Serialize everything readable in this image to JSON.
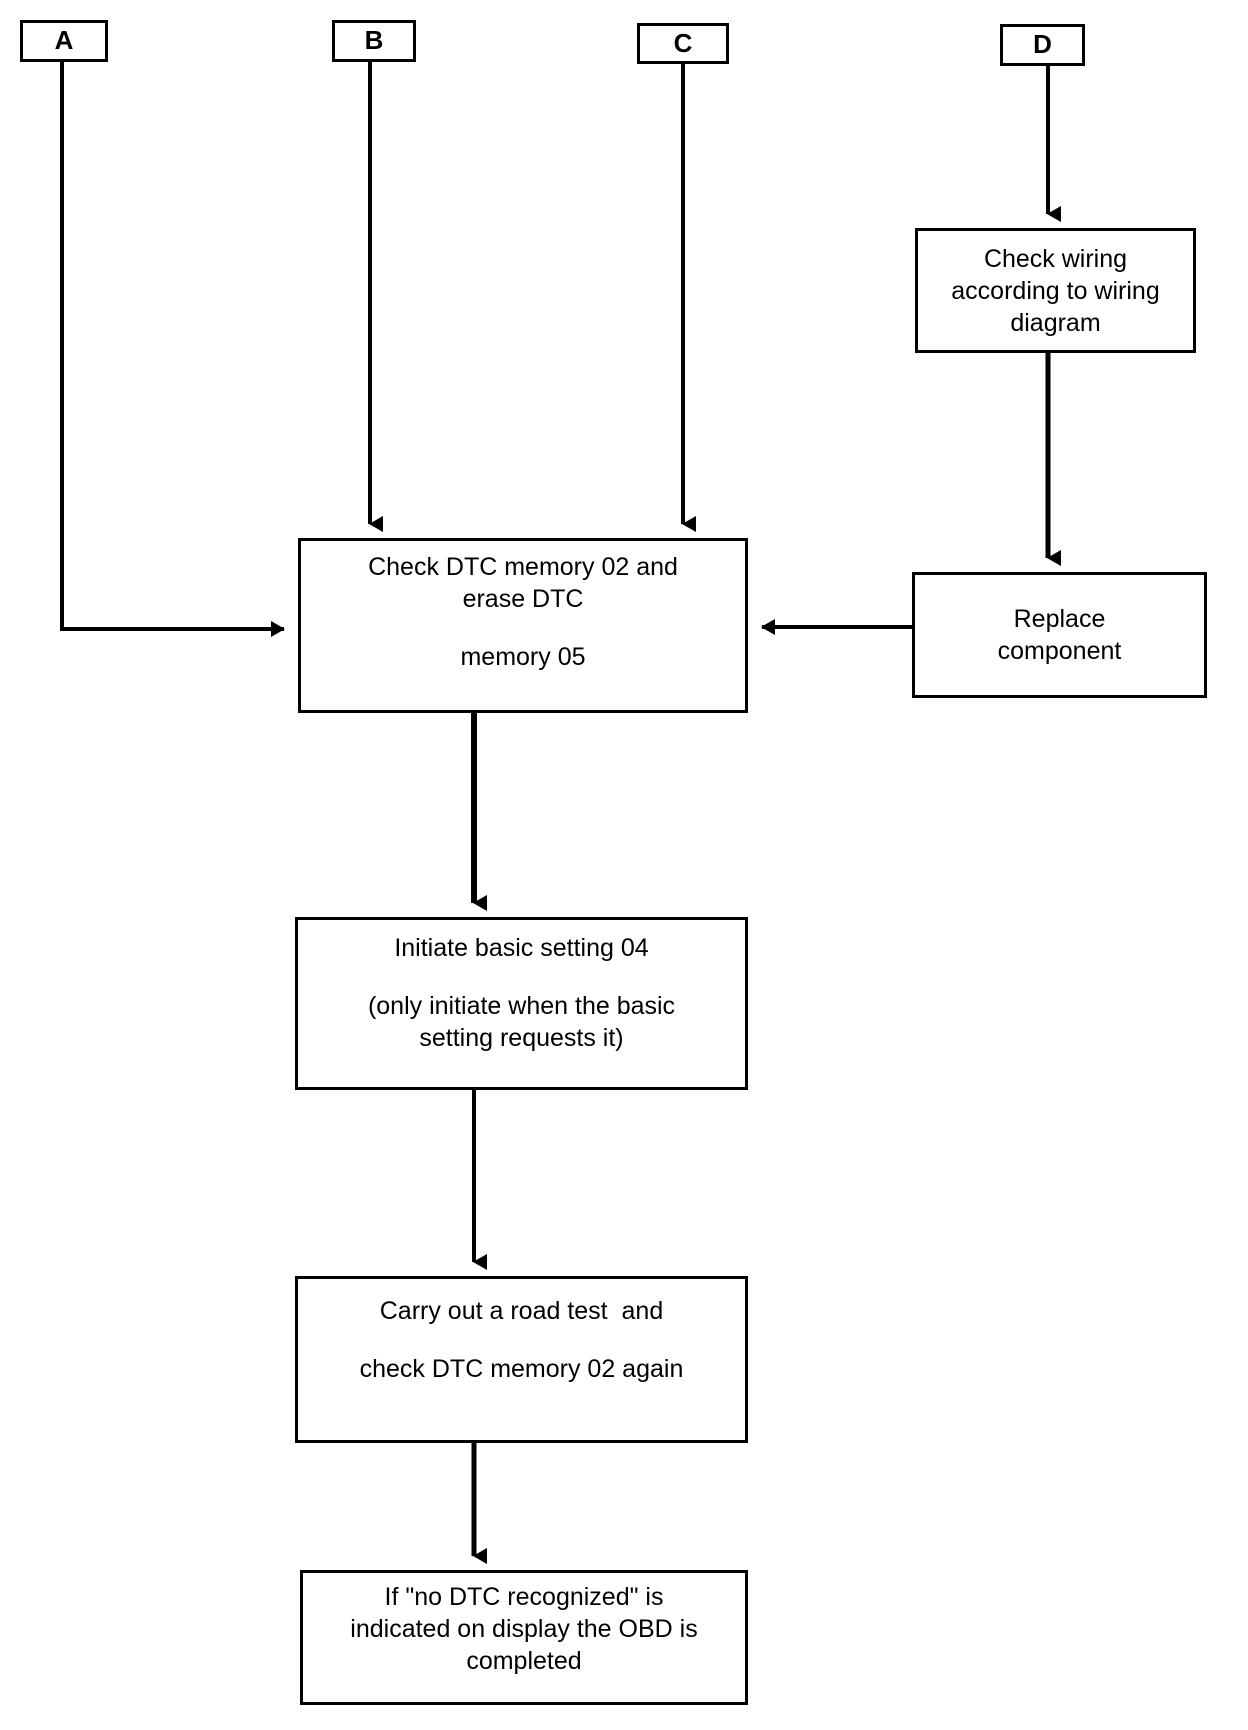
{
  "diagram": {
    "title": "OBD fault-finding continuation flowchart",
    "background_color": "#ffffff",
    "stroke_color": "#000000"
  },
  "connectors": [
    {
      "id": "A",
      "label": "A"
    },
    {
      "id": "B",
      "label": "B"
    },
    {
      "id": "C",
      "label": "C"
    },
    {
      "id": "D",
      "label": "D"
    }
  ],
  "nodes": {
    "check_wiring": {
      "lines": [
        "Check wiring",
        "according to wiring",
        "diagram"
      ]
    },
    "replace_component": {
      "lines": [
        "Replace",
        "component"
      ]
    },
    "check_dtc": {
      "line1": "Check DTC memory 02 and",
      "line2": "erase DTC",
      "line3": "memory 05"
    },
    "initiate_basic_setting": {
      "line1": "Initiate basic setting 04",
      "line2": "(only initiate when the basic",
      "line3": "setting requests it)"
    },
    "road_test": {
      "line1": "Carry out a road test  and",
      "line2": "check DTC memory 02 again"
    },
    "obd_completed": {
      "line1": "If \"no DTC recognized\" is",
      "line2": "indicated on display the OBD is",
      "line3": "completed"
    }
  },
  "edges": [
    {
      "from": "A",
      "to": "check_dtc",
      "style": "elbow-right-arrow"
    },
    {
      "from": "B",
      "to": "check_dtc",
      "style": "straight-down-arrow"
    },
    {
      "from": "C",
      "to": "check_dtc",
      "style": "straight-down-arrow"
    },
    {
      "from": "D",
      "to": "check_wiring",
      "style": "straight-down-arrow"
    },
    {
      "from": "check_wiring",
      "to": "replace_component",
      "style": "straight-down-arrow"
    },
    {
      "from": "replace_component",
      "to": "check_dtc",
      "style": "elbow-left-arrow"
    },
    {
      "from": "check_dtc",
      "to": "initiate_basic_setting",
      "style": "straight-down-arrow"
    },
    {
      "from": "initiate_basic_setting",
      "to": "road_test",
      "style": "straight-down-arrow"
    },
    {
      "from": "road_test",
      "to": "obd_completed",
      "style": "straight-down-arrow"
    }
  ]
}
